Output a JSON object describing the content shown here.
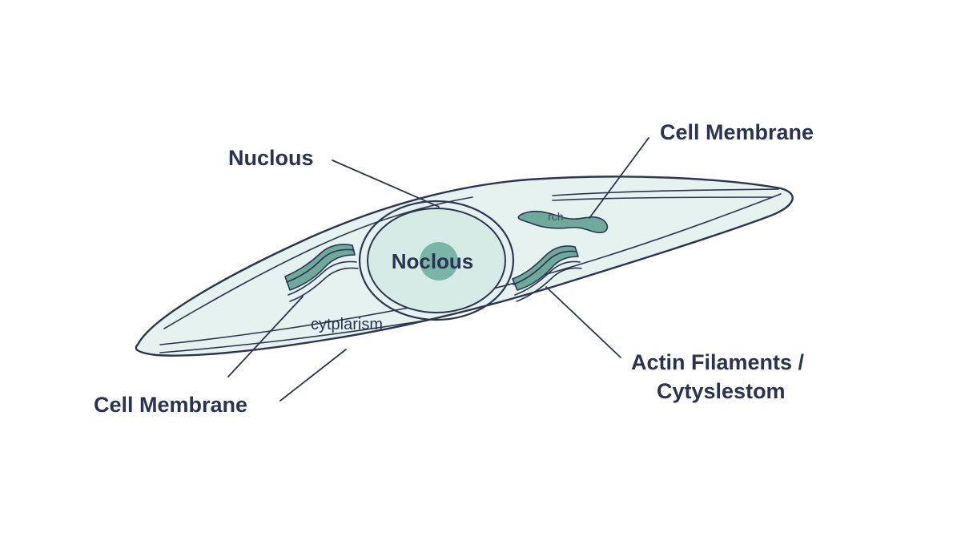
{
  "labels": {
    "nucleus_callout": "Nuclous",
    "nucleus_inner": "Noclous",
    "membrane_top": "Cell Membrane",
    "membrane_bottom": "Cell Membrane",
    "cytoplasm": "cytplarism",
    "actin_line1": "Actin Filaments /",
    "actin_line2": "Cytyslestom",
    "tiny_text": "rch"
  },
  "colors": {
    "cell_fill": "#e5f2ef",
    "nucleus_fill": "#d6ebe5",
    "nucleolus_fill": "#7ab5a8",
    "filament_fill": "#6fa99c",
    "ink": "#2a3352"
  }
}
